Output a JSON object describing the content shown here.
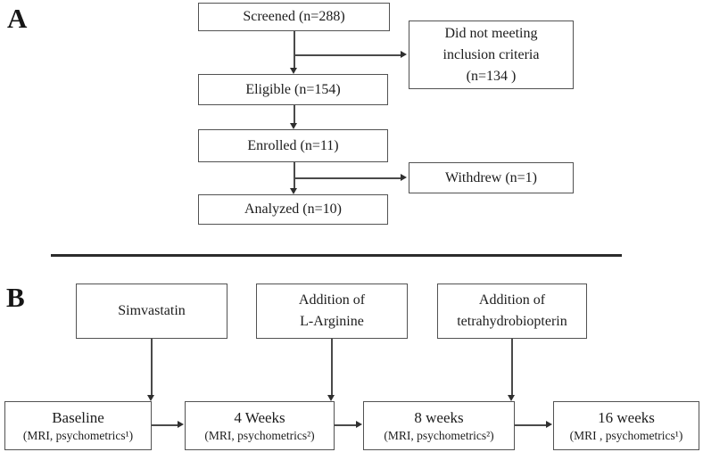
{
  "panels": {
    "a": {
      "label": "A",
      "boxes": {
        "screened": "Screened (n=288)",
        "not_included": {
          "line1": "Did not meeting",
          "line2": "inclusion criteria",
          "line3": "(n=134 )"
        },
        "eligible": "Eligible (n=154)",
        "enrolled": "Enrolled (n=11)",
        "withdrew": "Withdrew (n=1)",
        "analyzed": "Analyzed (n=10)"
      }
    },
    "b": {
      "label": "B",
      "treatments": {
        "simvastatin": "Simvastatin",
        "l_arginine": {
          "line1": "Addition of",
          "line2": "L-Arginine"
        },
        "tetrahydrobiopterin": {
          "line1": "Addition of",
          "line2": "tetrahydrobiopterin"
        }
      },
      "timeline": {
        "baseline": {
          "line1": "Baseline",
          "line2": "(MRI, psychometrics¹)"
        },
        "week4": {
          "line1": "4 Weeks",
          "line2": "(MRI, psychometrics²)"
        },
        "week8": {
          "line1": "8 weeks",
          "line2": "(MRI, psychometrics²)"
        },
        "week16": {
          "line1": "16 weeks",
          "line2": "(MRI , psychometrics¹)"
        }
      }
    }
  },
  "colors": {
    "background": "#ffffff",
    "box_border": "#525252",
    "line": "#4a4a4a",
    "text": "#1c1c1c"
  }
}
